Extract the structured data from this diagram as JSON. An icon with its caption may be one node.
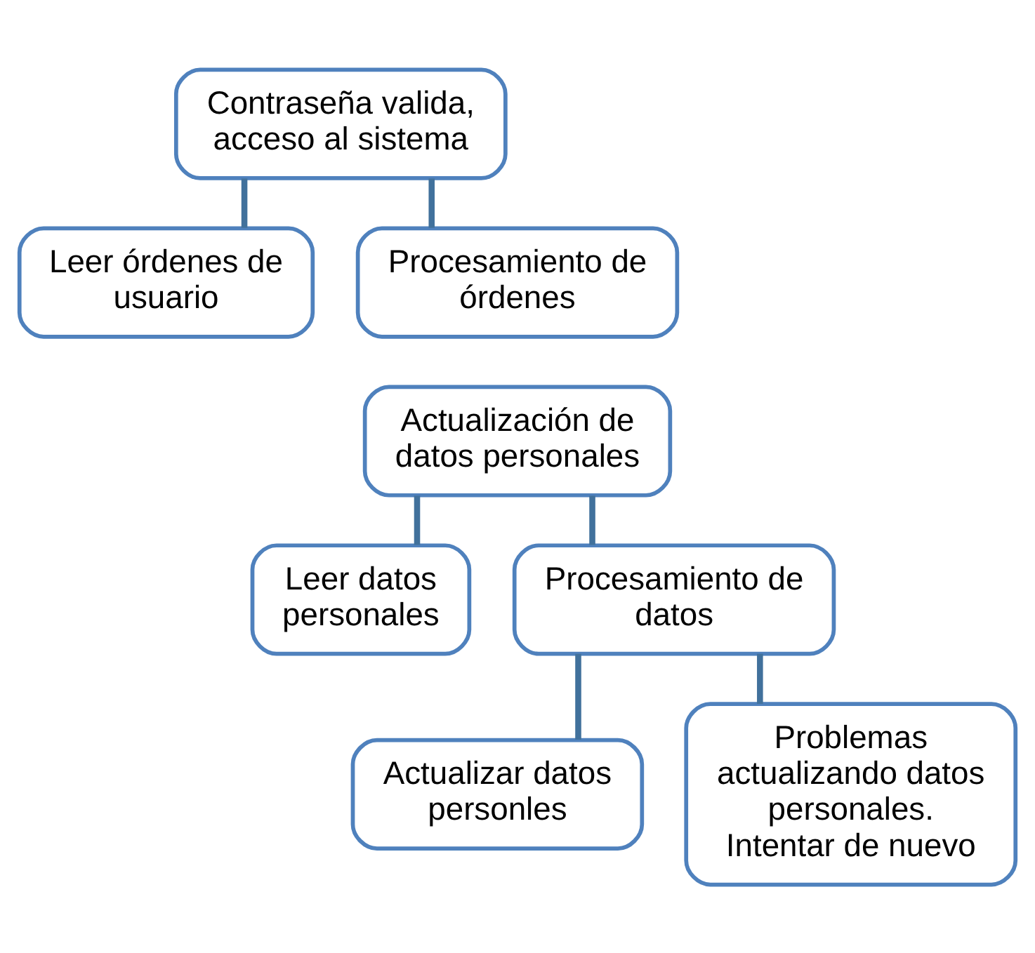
{
  "diagram": {
    "nodes": [
      {
        "text": [
          "Contraseña valida, acceso al sistema"
        ]
      },
      {
        "text": [
          "Leer órdenes de usuario"
        ]
      },
      {
        "text": [
          "Procesamiento de órdenes"
        ]
      },
      {
        "text": [
          "Actualización de datos personales"
        ]
      },
      {
        "text": [
          "Leer datos personales"
        ]
      },
      {
        "text": [
          "Procesamiento de datos"
        ]
      },
      {
        "text": [
          "Actualizar datos personles"
        ]
      },
      {
        "text": [
          "Problemas actualizando datos personales. Intentar de nuevo"
        ]
      }
    ],
    "edges": [
      {
        "from": 0,
        "to": 1,
        "arrow": "none"
      },
      {
        "from": 0,
        "to": 2,
        "arrow": "none"
      },
      {
        "from": 3,
        "to": 4,
        "arrow": "none"
      },
      {
        "from": 3,
        "to": 5,
        "arrow": "none"
      },
      {
        "from": 5,
        "to": 6,
        "arrow": "none"
      },
      {
        "from": 5,
        "to": 7,
        "arrow": "none"
      }
    ]
  }
}
